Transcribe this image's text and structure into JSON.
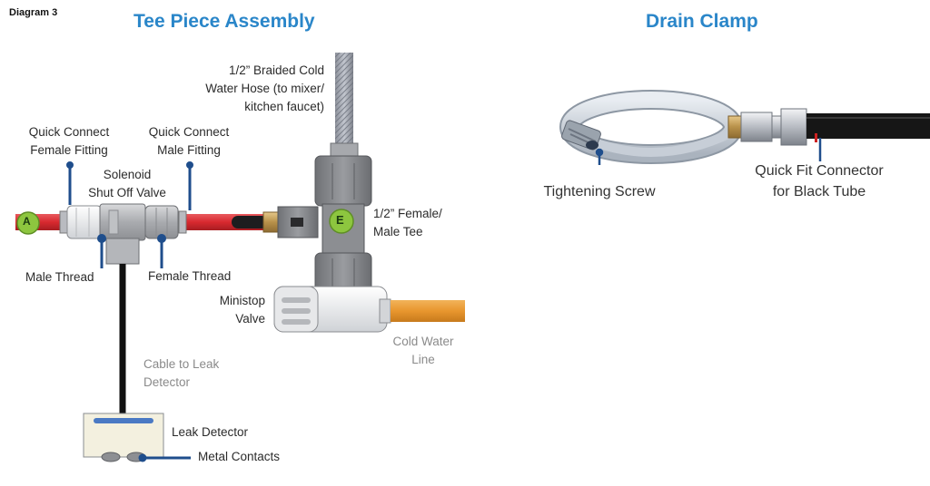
{
  "diagram_number": "Diagram 3",
  "tee_section": {
    "title": "Tee Piece Assembly",
    "labels": {
      "braided_hose": [
        "1/2” Braided Cold",
        "Water Hose (to mixer/",
        "kitchen faucet)"
      ],
      "qc_female": [
        "Quick Connect",
        "Female Fitting"
      ],
      "qc_male": [
        "Quick Connect",
        "Male Fitting"
      ],
      "solenoid": [
        "Solenoid",
        "Shut Off Valve"
      ],
      "female_male_tee": [
        "1/2” Female/",
        "Male Tee"
      ],
      "male_thread": "Male Thread",
      "female_thread": "Female Thread",
      "ministop": [
        "Ministop",
        "Valve"
      ],
      "cold_water": [
        "Cold Water",
        "Line"
      ],
      "cable": [
        "Cable to Leak",
        "Detector"
      ],
      "leak_detector": "Leak Detector",
      "metal_contacts": "Metal Contacts"
    },
    "markers": {
      "a": "A",
      "e": "E"
    }
  },
  "drain_section": {
    "title": "Drain Clamp",
    "labels": {
      "tightening_screw": "Tightening Screw",
      "quick_fit": [
        "Quick Fit Connector",
        "for Black Tube"
      ]
    }
  },
  "colors": {
    "title": "#2a86c9",
    "red_pipe": "#d8292f",
    "orange_pipe": "#e8962e",
    "marker_green": "#8dc63f",
    "leader_blue": "#1f4e8c"
  }
}
